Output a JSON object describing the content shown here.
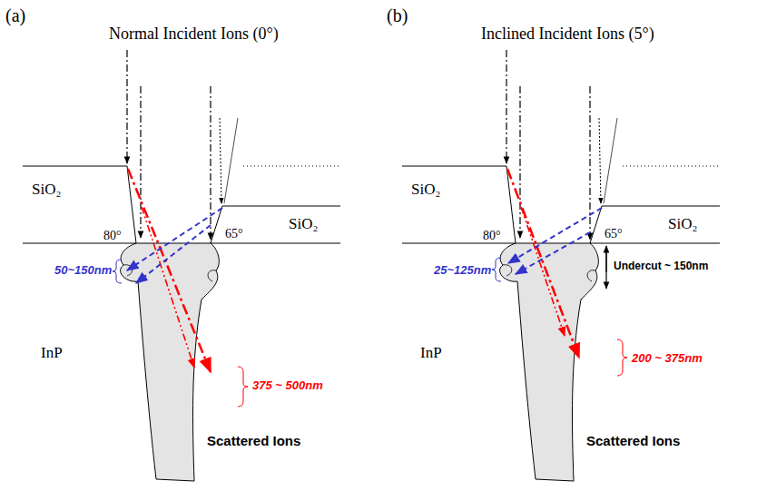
{
  "diagram": {
    "labels": [
      "(a)",
      "(b)",
      "Normal Incident Ions (0°)",
      "Inclined Incident Ions (5°)",
      "SiO₂",
      "SiO₂",
      "SiO₂",
      "SiO₂",
      "80°",
      "65°",
      "80°",
      "65°",
      "50~150nm",
      "25~125nm",
      "375 ~ 500nm",
      "200 ~ 375nm",
      "Undercut ~ 150nm",
      "InP",
      "InP",
      "Scattered Ions",
      "Scattered Ions"
    ]
  }
}
